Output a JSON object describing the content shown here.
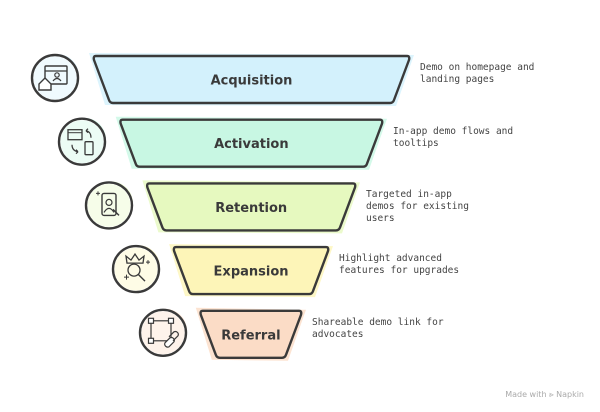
{
  "stages": [
    {
      "label": "Acquisition",
      "description": "Demo on homepage and landing pages",
      "color": "#d3f1fc",
      "icon": "webpage-home-icon"
    },
    {
      "label": "Activation",
      "description": "In-app demo flows and tooltips",
      "color": "#c8f7e3",
      "icon": "desktop-mobile-sync-icon"
    },
    {
      "label": "Retention",
      "description": "Targeted in-app demos for existing users",
      "color": "#e6f9bf",
      "icon": "mobile-user-icon"
    },
    {
      "label": "Expansion",
      "description": "Highlight advanced features for upgrades",
      "color": "#fdf5b8",
      "icon": "crown-magnifier-icon"
    },
    {
      "label": "Referral",
      "description": "Shareable demo link for advocates",
      "color": "#fbdcc6",
      "icon": "share-link-icon"
    }
  ],
  "footer": "Made with ⪢ Napkin",
  "stroke_color": "#3a3a3a"
}
